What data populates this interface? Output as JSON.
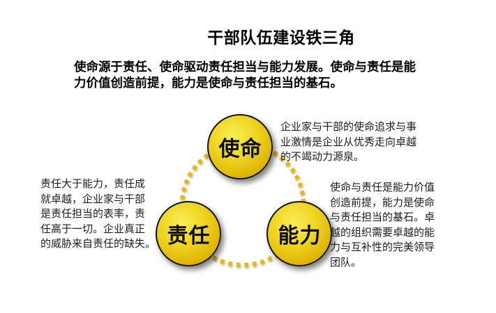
{
  "slide": {
    "title": "干部队伍建设铁三角",
    "subtitle": "使命源于责任、使命驱动责任担当与能力发展。使命与责任是能\n力价值创造前提，能力是使命与责任担当的基石。"
  },
  "diagram": {
    "type": "triangle-cycle",
    "nodes": [
      {
        "id": "mission",
        "label": "使命",
        "annotation": "企业家与干部的使命追求与事\n业激情是企业从优秀走向卓越\n的不竭动力源泉。"
      },
      {
        "id": "responsibility",
        "label": "责任",
        "annotation": "责任大于能力，责任成\n就卓越，企业家与干部\n是责任担当的表率，责\n任高于一切。企业真正\n的威胁来自责任的缺失。"
      },
      {
        "id": "capability",
        "label": "能力",
        "annotation": "使命与责任是能力价值\n创造前提，能力是使命\n与责任担当的基石。卓\n越的组织需要卓越的能\n力与互补性的完美领导\n团队。"
      }
    ]
  },
  "theme": {
    "background": "#FFFFFF",
    "ring": "#EFB800",
    "circle-border": "#141400",
    "circle-hi": "#F9EE5A",
    "circle-mid": "#F0D622",
    "circle-deep": "#E2BA08",
    "circle-edge": "#C29500",
    "text": "#000000",
    "annotation-text": "#1C1C1C"
  }
}
